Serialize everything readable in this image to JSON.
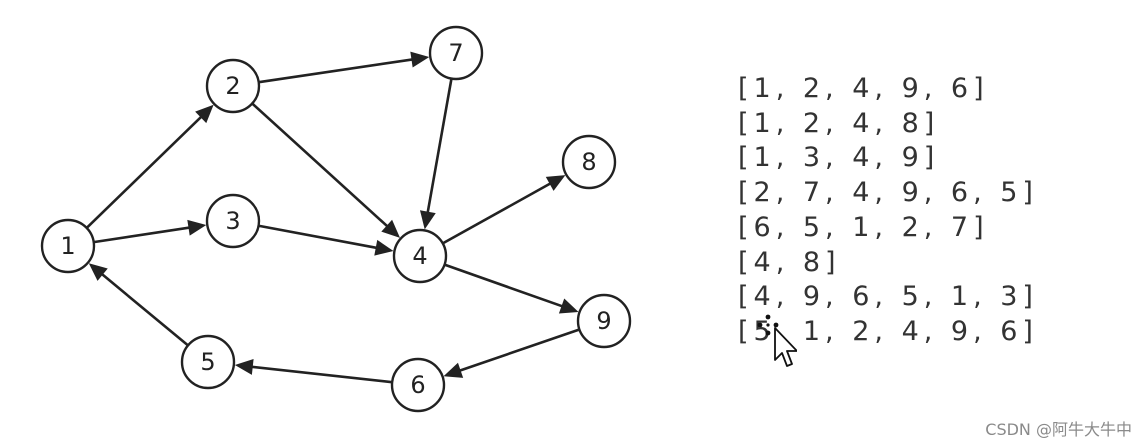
{
  "graph": {
    "nodes": [
      {
        "id": "1",
        "label": "1"
      },
      {
        "id": "2",
        "label": "2"
      },
      {
        "id": "3",
        "label": "3"
      },
      {
        "id": "4",
        "label": "4"
      },
      {
        "id": "5",
        "label": "5"
      },
      {
        "id": "6",
        "label": "6"
      },
      {
        "id": "7",
        "label": "7"
      },
      {
        "id": "8",
        "label": "8"
      },
      {
        "id": "9",
        "label": "9"
      }
    ],
    "edges": [
      {
        "from": "1",
        "to": "2"
      },
      {
        "from": "1",
        "to": "3"
      },
      {
        "from": "2",
        "to": "7"
      },
      {
        "from": "2",
        "to": "4"
      },
      {
        "from": "3",
        "to": "4"
      },
      {
        "from": "7",
        "to": "4"
      },
      {
        "from": "4",
        "to": "8"
      },
      {
        "from": "4",
        "to": "9"
      },
      {
        "from": "9",
        "to": "6"
      },
      {
        "from": "6",
        "to": "5"
      },
      {
        "from": "5",
        "to": "1"
      }
    ]
  },
  "paths": [
    "[1, 2, 4, 9, 6]",
    "[1, 2, 4, 8]",
    "[1, 3, 4, 9]",
    "[2, 7, 4, 9, 6, 5]",
    "[6, 5, 1, 2, 7]",
    "[4, 8]",
    "[4, 9, 6, 5, 1, 3]",
    "[5, 1, 2, 4, 9, 6]"
  ],
  "cursor": {
    "icon": "move-cursor-icon"
  },
  "watermark": "CSDN @阿牛大牛中"
}
